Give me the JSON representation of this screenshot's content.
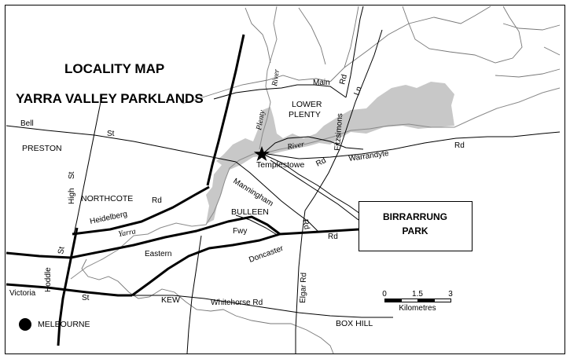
{
  "title": {
    "line1": "LOCALITY MAP",
    "line2": "YARRA VALLEY PARKLANDS"
  },
  "colors": {
    "parkland": "#c8c8c8",
    "roads": "#000000",
    "river": "#8a8a8a",
    "background": "#ffffff"
  },
  "places": {
    "preston": "PRESTON",
    "northcote": "NORTHCOTE",
    "bulleen": "BULLEEN",
    "lower_plenty_1": "LOWER",
    "lower_plenty_2": "PLENTY",
    "templestowe": "Templestowe",
    "kew": "KEW",
    "box_hill": "BOX HILL",
    "melbourne": "MELBOURNE"
  },
  "roads": {
    "bell": "Bell",
    "bell_st": "St",
    "high": "High",
    "high_st": "St",
    "hoddle": "Hoddle",
    "hoddle_st": "St",
    "heidelberg": "Heidelberg",
    "heidelberg_rd": "Rd",
    "eastern": "Eastern",
    "fwy": "Fwy",
    "victoria": "Victoria",
    "victoria_st": "St",
    "whitehorse_rd": "Whitehorse Rd",
    "doncaster": "Doncaster",
    "doncaster_rd": "Rd",
    "manningham": "Manningham",
    "manningham_rd": "Rd",
    "elgar_rd": "Elgar Rd",
    "main": "Main",
    "main_rd": "Rd",
    "fitzsimons": "Fitzsimons",
    "fitzsimons_ln": "Ln",
    "templestowe_rd": "Rd",
    "warrandyte": "Warrandyte",
    "warrandyte_rd": "Rd"
  },
  "rivers": {
    "yarra": "Yarra",
    "plenty_river_1": "River",
    "plenty_1": "Plenty",
    "river_2": "River"
  },
  "park_box": {
    "line1": "BIRRARRUNG",
    "line2": "PARK"
  },
  "scale": {
    "tick_0": "0",
    "tick_1": "1.5",
    "tick_2": "3",
    "unit": "Kilometres"
  },
  "icons": {
    "park_marker": "star-icon",
    "city_marker": "filled-circle-icon"
  }
}
